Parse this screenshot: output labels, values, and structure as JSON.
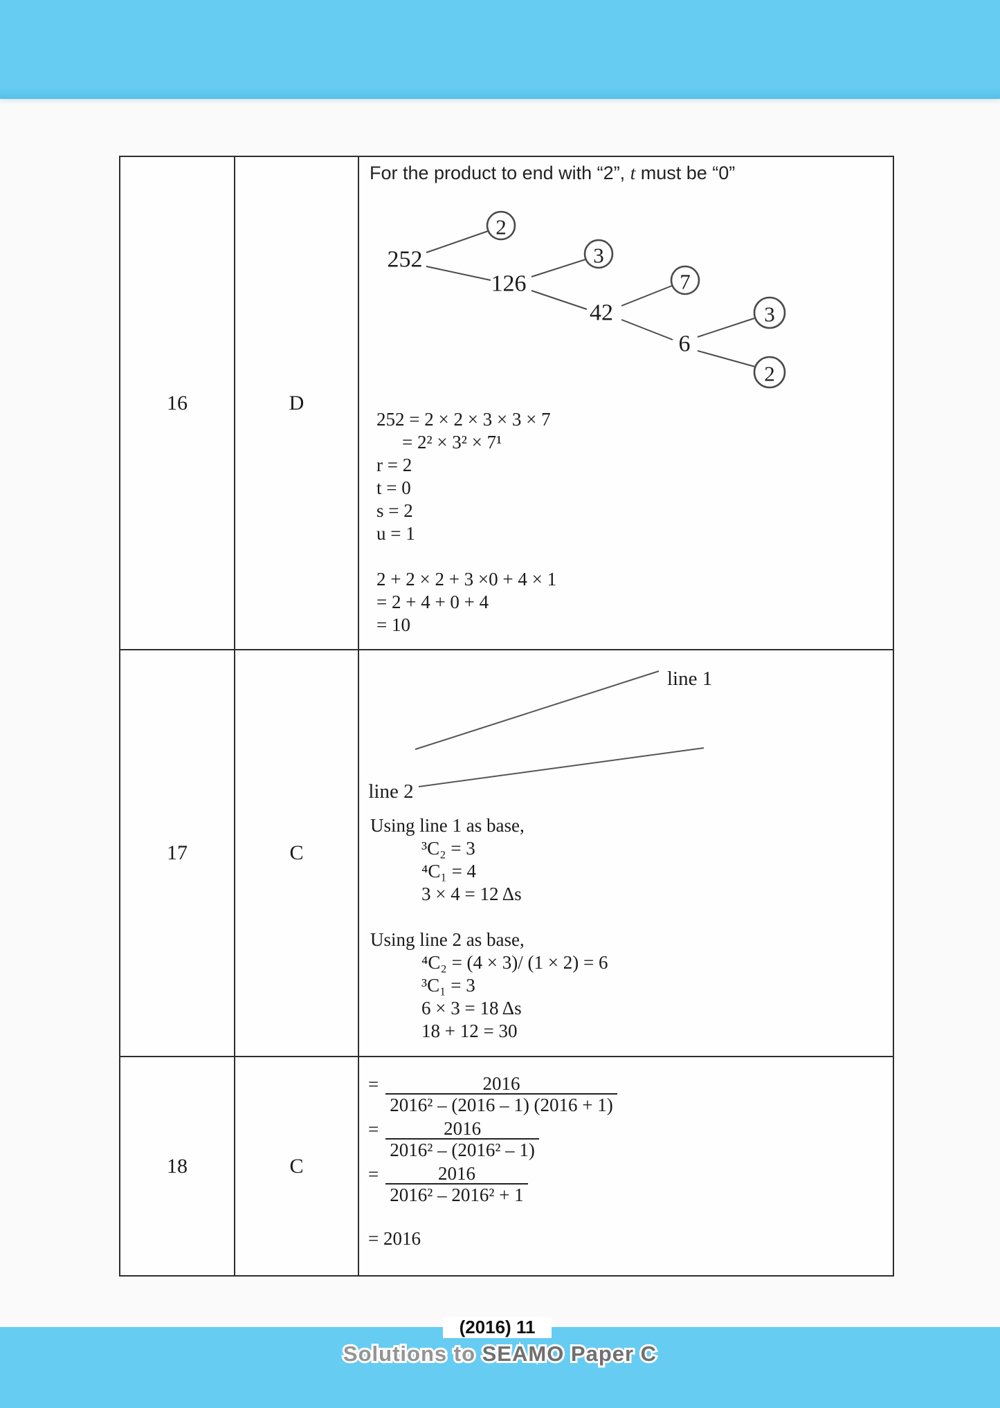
{
  "page": {
    "band_color": "#66ccf2",
    "background": "#fafafa"
  },
  "table": {
    "rows": [
      {
        "number": "16",
        "answer": "D"
      },
      {
        "number": "17",
        "answer": "C"
      },
      {
        "number": "18",
        "answer": "C"
      }
    ]
  },
  "q16": {
    "title_pre": "For the product to end with “2”, ",
    "title_italic": "t",
    "title_post": " must be “0”",
    "tree": {
      "root": "252",
      "factor_2": "2",
      "composite_126": "126",
      "factor_3": "3",
      "composite_42": "42",
      "factor_7": "7",
      "composite_6": "6",
      "factor_3b": "3",
      "factor_2b": "2"
    },
    "equations": [
      "252 = 2 × 2 × 3 × 3 × 7",
      "= 2² × 3² × 7¹",
      "r = 2",
      "t = 0",
      "s = 2",
      "u = 1",
      "",
      "2 + 2 × 2 + 3 ×0 + 4 × 1",
      "= 2 + 4 + 0 + 4",
      "= 10"
    ]
  },
  "q17": {
    "line1_label": "line 1",
    "line2_label": "line 2",
    "work": [
      "Using line 1 as base,",
      "³C₂ = 3",
      "⁴C₁ = 4",
      "3 × 4 = 12 Δs",
      "",
      "Using line 2 as base,",
      "⁴C₂ = (4 × 3)/ (1 × 2) = 6",
      "³C₁ = 3",
      "6 × 3 = 18 Δs",
      "18 + 12 = 30"
    ]
  },
  "q18": {
    "steps": [
      {
        "lhs": "=",
        "numerator": "2016",
        "denominator": "2016² – (2016 – 1) (2016 + 1)"
      },
      {
        "lhs": "=",
        "numerator": "2016",
        "denominator": "2016² – (2016² – 1)"
      },
      {
        "lhs": "=",
        "numerator": "2016",
        "denominator": "2016² – 2016² + 1"
      }
    ],
    "result": "= 2016"
  },
  "footer": {
    "page_label": "(2016) 11",
    "subtitle_pre": "Solutions to ",
    "subtitle_main": "SEAMO Paper C"
  }
}
